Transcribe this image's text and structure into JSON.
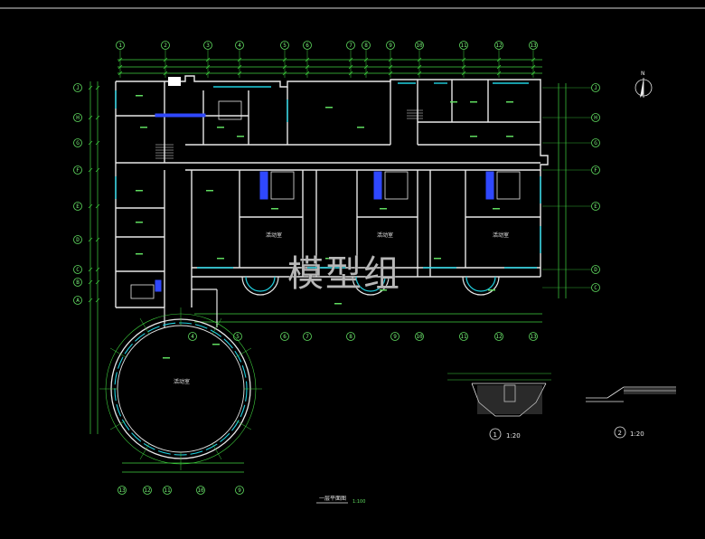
{
  "watermark": "模型组",
  "drawing_title": "一层平面图",
  "drawing_scale": "1:100",
  "north_label": "N",
  "rooms": {
    "activity_hall": "活动室",
    "classroom": "活动室"
  },
  "grid_top": [
    "1",
    "2",
    "3",
    "4",
    "5",
    "6",
    "7",
    "8",
    "9",
    "10",
    "11",
    "12",
    "13"
  ],
  "grid_left": [
    "J",
    "H",
    "G",
    "F",
    "E",
    "D",
    "C",
    "B",
    "A"
  ],
  "grid_right": [
    "J",
    "H",
    "G",
    "F",
    "E",
    "D",
    "C"
  ],
  "grid_circle_bottom": [
    "13",
    "12",
    "11",
    "10",
    "9"
  ],
  "details": [
    {
      "index": "1",
      "scale": "1:20"
    },
    {
      "index": "2",
      "scale": "1:20"
    }
  ],
  "colors": {
    "background": "#000000",
    "wall": "#e8e8e8",
    "dimension": "#3fd23f",
    "grid_bubble": "#5fdc5f",
    "window": "#1fd0e0",
    "fixture": "#2f48ff"
  }
}
